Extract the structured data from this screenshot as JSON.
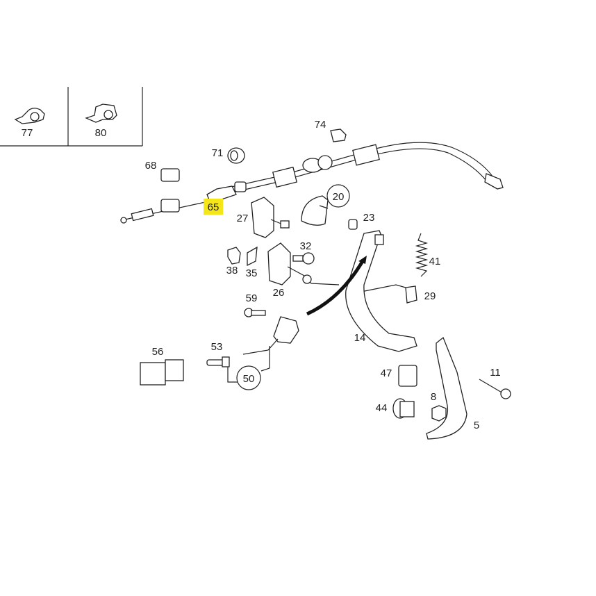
{
  "diagram": {
    "highlight_color": "#f5e61a",
    "highlighted_part": "65",
    "inset_parts": [
      "77",
      "80"
    ],
    "callouts": {
      "p77": "77",
      "p80": "80",
      "p74": "74",
      "p71": "71",
      "p68": "68",
      "p65": "65",
      "p20": "20",
      "p23": "23",
      "p27": "27",
      "p32": "32",
      "p41": "41",
      "p38": "38",
      "p35": "35",
      "p26": "26",
      "p29": "29",
      "p59": "59",
      "p14": "14",
      "p56": "56",
      "p53": "53",
      "p50": "50",
      "p47": "47",
      "p11": "11",
      "p8": "8",
      "p44": "44",
      "p5": "5"
    }
  }
}
